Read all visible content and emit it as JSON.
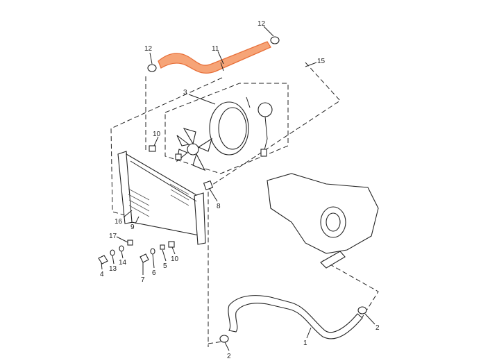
{
  "diagram": {
    "accent_color": "#f08a4b",
    "callouts": [
      {
        "id": "clamp-top-right",
        "label": "12"
      },
      {
        "id": "clamp-top-left",
        "label": "12"
      },
      {
        "id": "upper-hose",
        "label": "11"
      },
      {
        "id": "assembly-outline",
        "label": "15"
      },
      {
        "id": "fan-assembly",
        "label": "3"
      },
      {
        "id": "grommet-top",
        "label": "10"
      },
      {
        "id": "cap",
        "label": "8"
      },
      {
        "id": "radiator-core",
        "label": "16"
      },
      {
        "id": "radiator",
        "label": "9"
      },
      {
        "id": "nut",
        "label": "17"
      },
      {
        "id": "washer-14",
        "label": "14"
      },
      {
        "id": "washer-13",
        "label": "13"
      },
      {
        "id": "bolt-4",
        "label": "4"
      },
      {
        "id": "bolt-7",
        "label": "7"
      },
      {
        "id": "washer-6",
        "label": "6"
      },
      {
        "id": "collar-5",
        "label": "5"
      },
      {
        "id": "grommet-bottom",
        "label": "10"
      },
      {
        "id": "clamp-lower-right",
        "label": "2"
      },
      {
        "id": "clamp-lower-left",
        "label": "2"
      },
      {
        "id": "lower-hose",
        "label": "1"
      }
    ]
  }
}
